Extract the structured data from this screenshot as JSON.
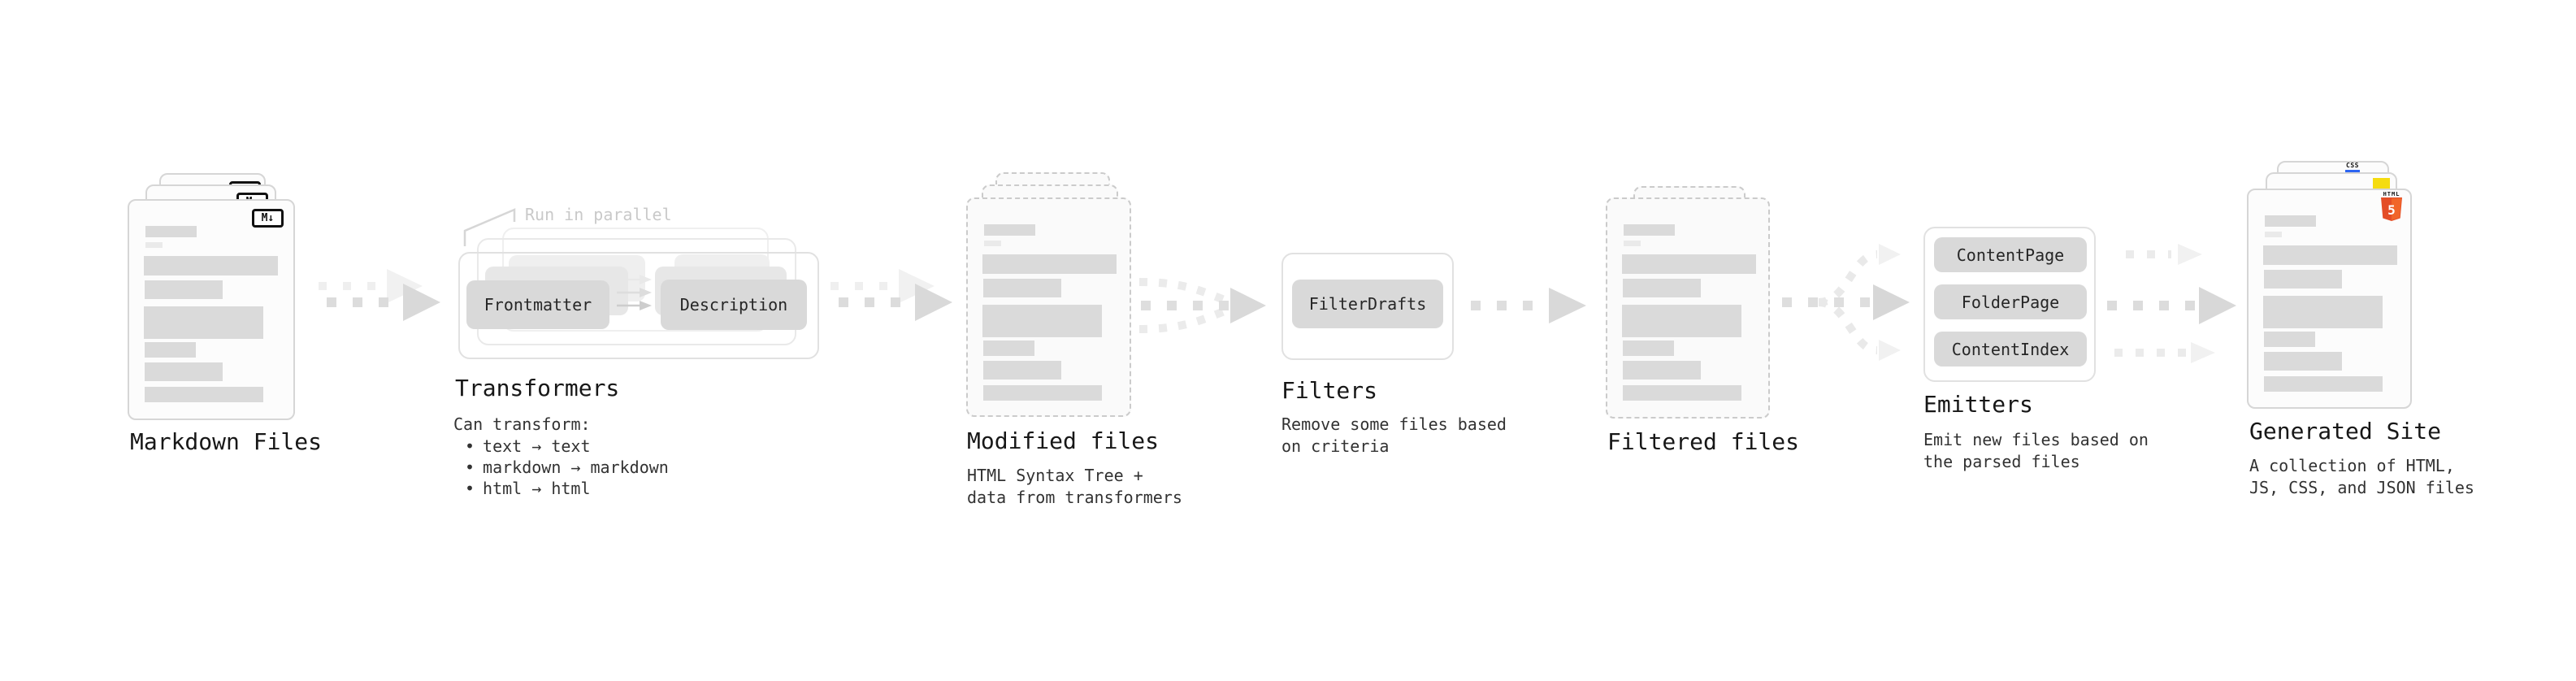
{
  "stages": {
    "markdown": {
      "label": "Markdown Files",
      "badge": "M↓"
    },
    "transformers": {
      "label": "Transformers",
      "parallel_note": "Run in parallel",
      "nodes": {
        "input": "Frontmatter",
        "output": "Description"
      },
      "description": {
        "title": "Can transform:",
        "bullet": "•",
        "items": [
          "text → text",
          "markdown → markdown",
          "html → html"
        ]
      }
    },
    "modified": {
      "label": "Modified files",
      "description": [
        "HTML Syntax Tree +",
        "data from transformers"
      ]
    },
    "filters": {
      "label": "Filters",
      "node": "FilterDrafts",
      "description": [
        "Remove some files based",
        "on criteria"
      ]
    },
    "filtered": {
      "label": "Filtered files"
    },
    "emitters": {
      "label": "Emitters",
      "nodes": [
        "ContentPage",
        "FolderPage",
        "ContentIndex"
      ],
      "description": [
        "Emit new files based on",
        "the parsed files"
      ]
    },
    "generated": {
      "label": "Generated Site",
      "description": [
        "A collection of HTML,",
        "JS, CSS, and JSON files"
      ],
      "badges": {
        "css": "CSS",
        "html": "HTML",
        "html_number": "5"
      }
    }
  },
  "colors": {
    "css_blue": "#2d65f2",
    "js_yellow": "#f5dc10",
    "html5_orange": "#e44d26",
    "html5_orange_light": "#f16529"
  }
}
